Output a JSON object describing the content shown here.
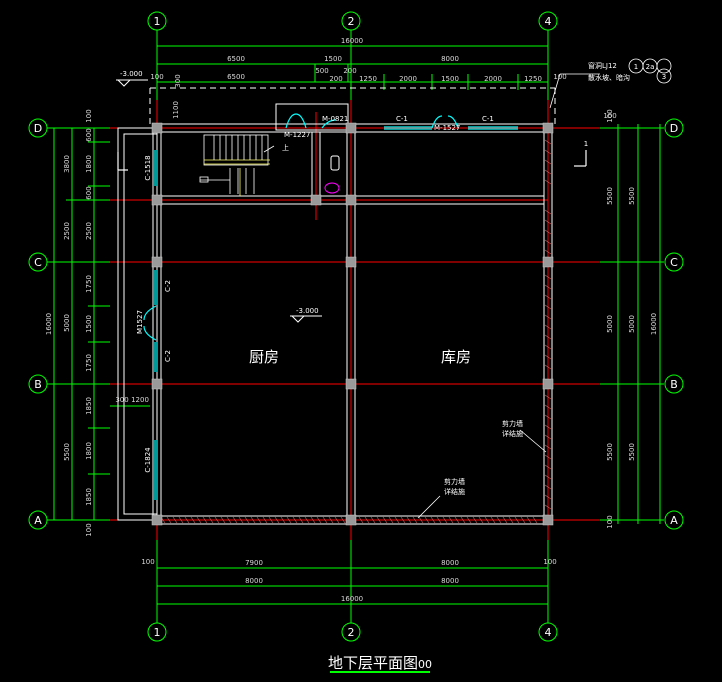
{
  "title": "地下层平面图",
  "title_suffix": "00",
  "axes": {
    "top": [
      "1",
      "2",
      "4"
    ],
    "bottom": [
      "1",
      "2",
      "4"
    ],
    "left": [
      "D",
      "C",
      "B",
      "A"
    ],
    "right": [
      "D",
      "C",
      "B",
      "A"
    ]
  },
  "dimensions": {
    "top": {
      "total": "16000",
      "row2": [
        "6500",
        "1500",
        "8000"
      ],
      "row3": [
        "100",
        "6500",
        "500",
        "200",
        "1250",
        "2000",
        "1500",
        "2000",
        "1250"
      ],
      "extra_200": "200",
      "extra_300_top": "300",
      "right_100": "100",
      "offset_100": "100",
      "small_1100": "1100"
    },
    "bottom": {
      "row1": [
        "100",
        "7900",
        "8000",
        "100"
      ],
      "row2": [
        "8000",
        "8000"
      ],
      "total": "16000"
    },
    "left": {
      "total": "16000",
      "col1": [
        "3800",
        "2500",
        "5000",
        "5500"
      ],
      "col2": [
        "100",
        "600",
        "1800",
        "600",
        "2500",
        "1750",
        "1500",
        "1750",
        "1850",
        "1800",
        "1850",
        "100"
      ]
    },
    "right": {
      "col1": [
        "100",
        "5500",
        "5000",
        "5500",
        "100"
      ],
      "col2": [
        "5500",
        "5000",
        "5500"
      ],
      "total": "16000"
    },
    "misc": {
      "d300": "300",
      "d1200": "1200"
    }
  },
  "labels": {
    "elevation_top": "-3.000",
    "elevation_mid": "-3.000",
    "window_ref": "窗洞LJ12",
    "drain_ref": "散水坡、暗沟",
    "circle_1": "1",
    "circle_2a": "2a",
    "circle_3": "3",
    "section_1": "1",
    "door_m1227_left": "M-1227",
    "door_m0821": "M-0821",
    "door_m1227_top": "M-1527",
    "window_c1_a": "C-1",
    "window_c1_b": "C-1",
    "window_c1518": "C-1518",
    "window_c2_a": "C-2",
    "window_c2_b": "C-2",
    "door_m1527_left": "M1527",
    "window_c1824": "C-1824",
    "stair_up": "上",
    "shear_wall_1": "剪力墙",
    "shear_wall_1b": "详结施",
    "shear_wall_2": "剪力墙",
    "shear_wall_2b": "详结施"
  },
  "rooms": {
    "kitchen": "厨房",
    "storage": "库房"
  },
  "colors": {
    "background": "#000000",
    "dimension_line": "#00ff00",
    "axis_line": "#ff0000",
    "wall": "#ffffff",
    "column": "#9a9a9a",
    "window": "#00ffff",
    "text": "#ffffff",
    "accent": "#ff00ff"
  }
}
